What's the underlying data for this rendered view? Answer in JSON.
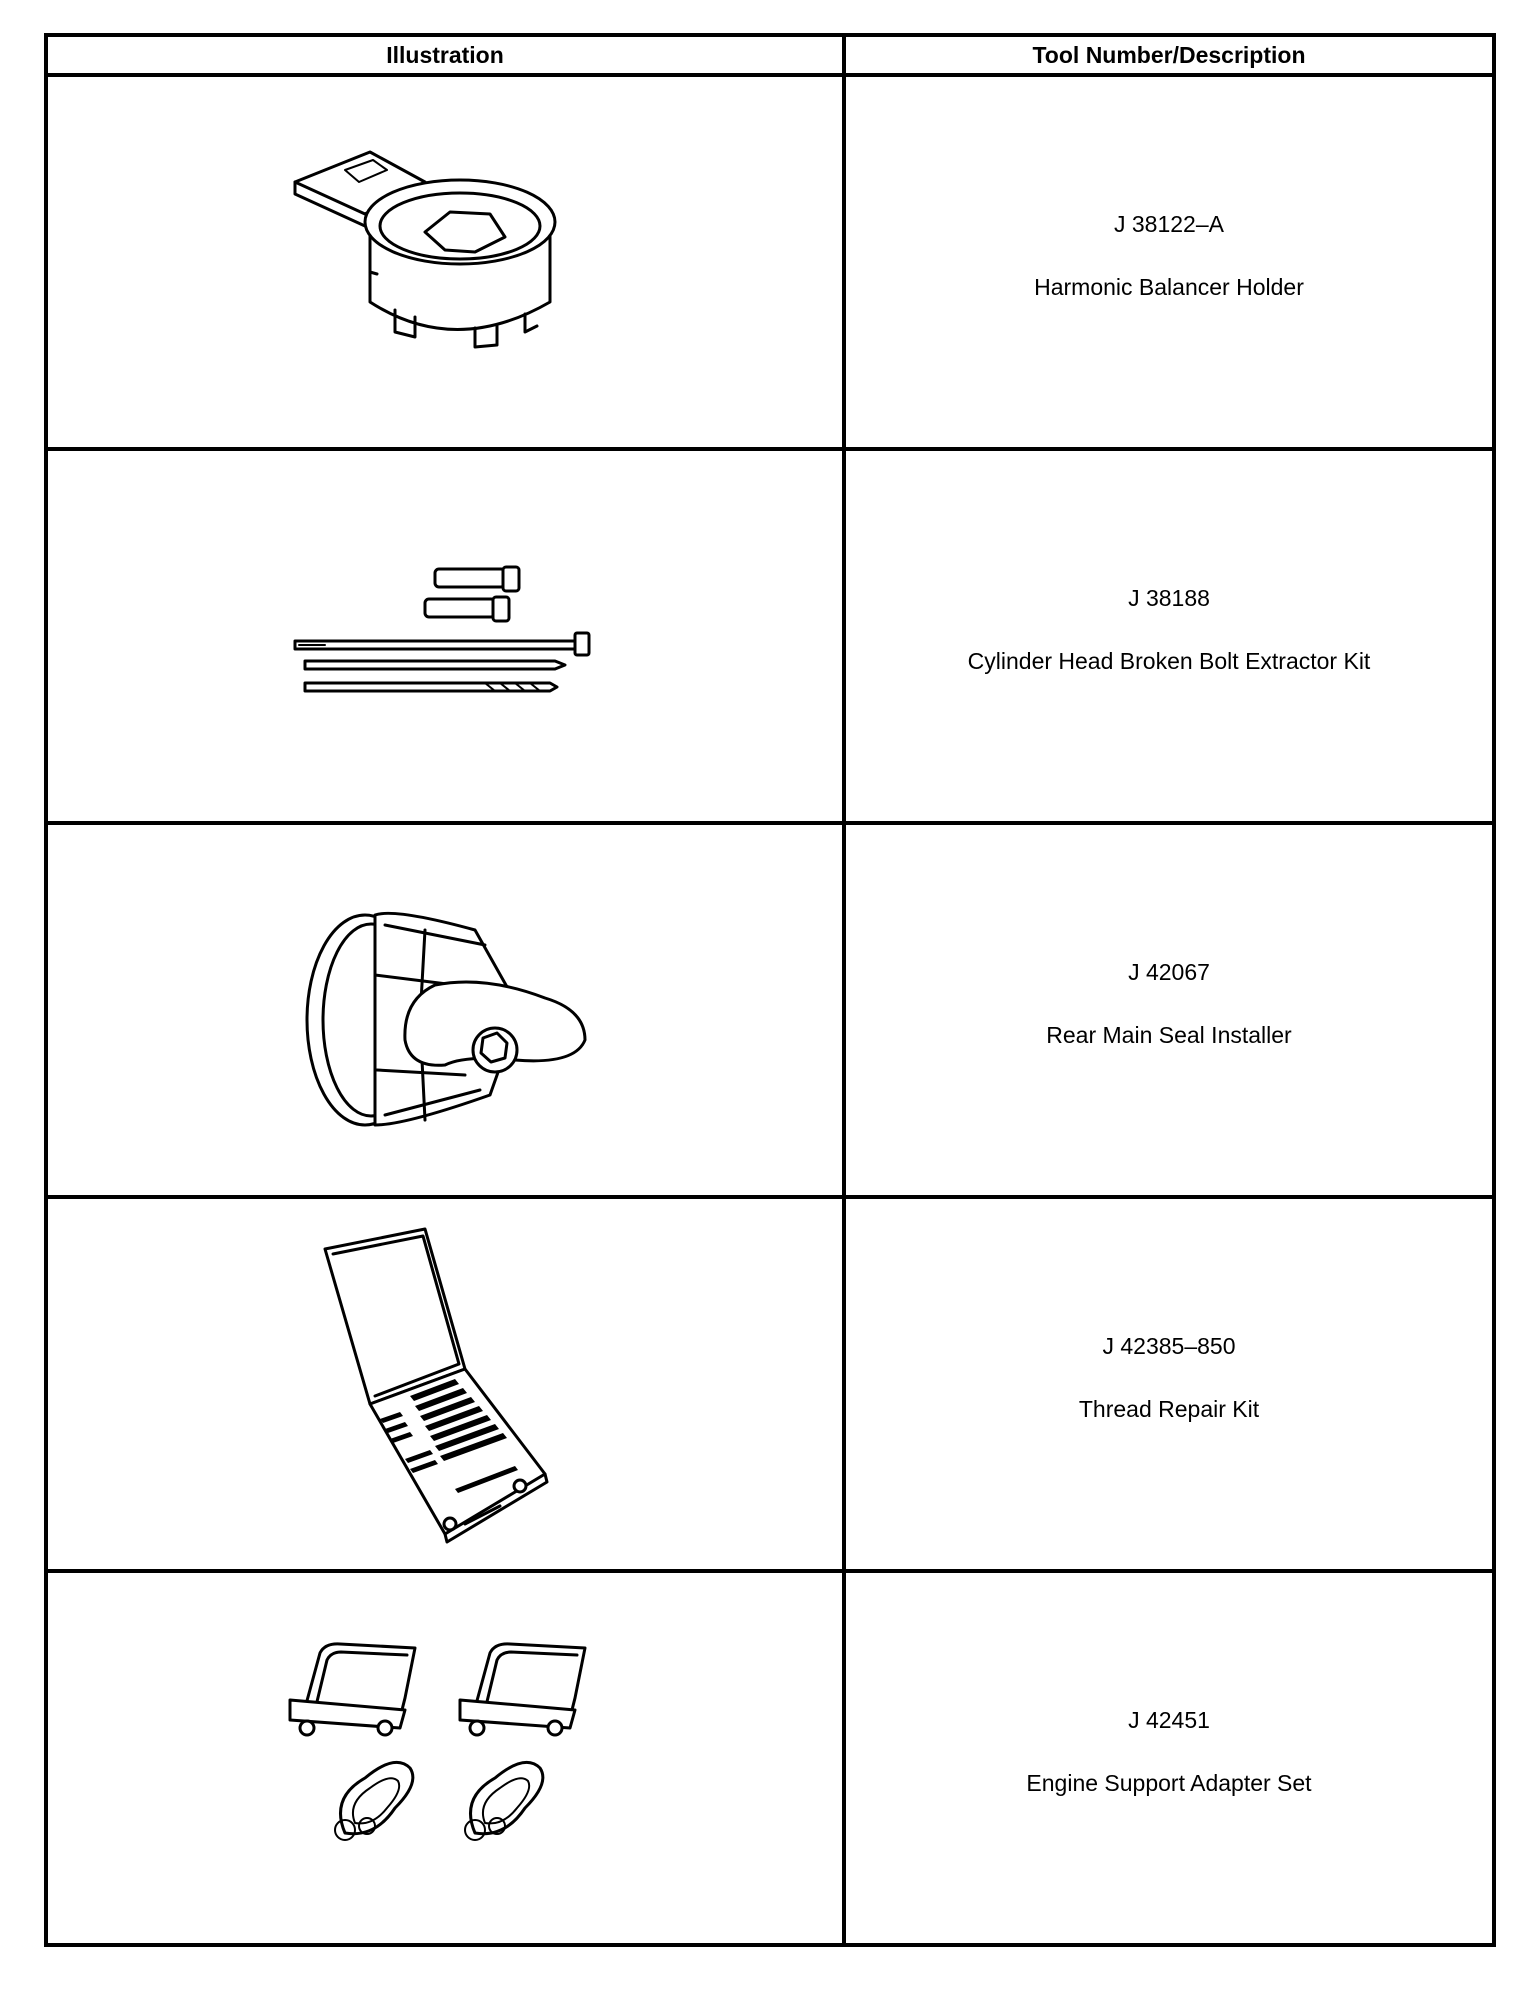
{
  "table": {
    "headers": {
      "illustration": "Illustration",
      "tool": "Tool Number/Description"
    },
    "rows": [
      {
        "tool_number": "J 38122–A",
        "description": "Harmonic Balancer Holder",
        "illustration_icon": "harmonic-balancer-holder-icon"
      },
      {
        "tool_number": "J 38188",
        "description": "Cylinder Head Broken Bolt Extractor Kit",
        "illustration_icon": "bolt-extractor-kit-icon"
      },
      {
        "tool_number": "J 42067",
        "description": "Rear Main Seal Installer",
        "illustration_icon": "rear-main-seal-installer-icon"
      },
      {
        "tool_number": "J 42385–850",
        "description": "Thread Repair Kit",
        "illustration_icon": "thread-repair-kit-icon"
      },
      {
        "tool_number": "J 42451",
        "description": "Engine Support Adapter Set",
        "illustration_icon": "engine-support-adapter-set-icon"
      }
    ]
  }
}
